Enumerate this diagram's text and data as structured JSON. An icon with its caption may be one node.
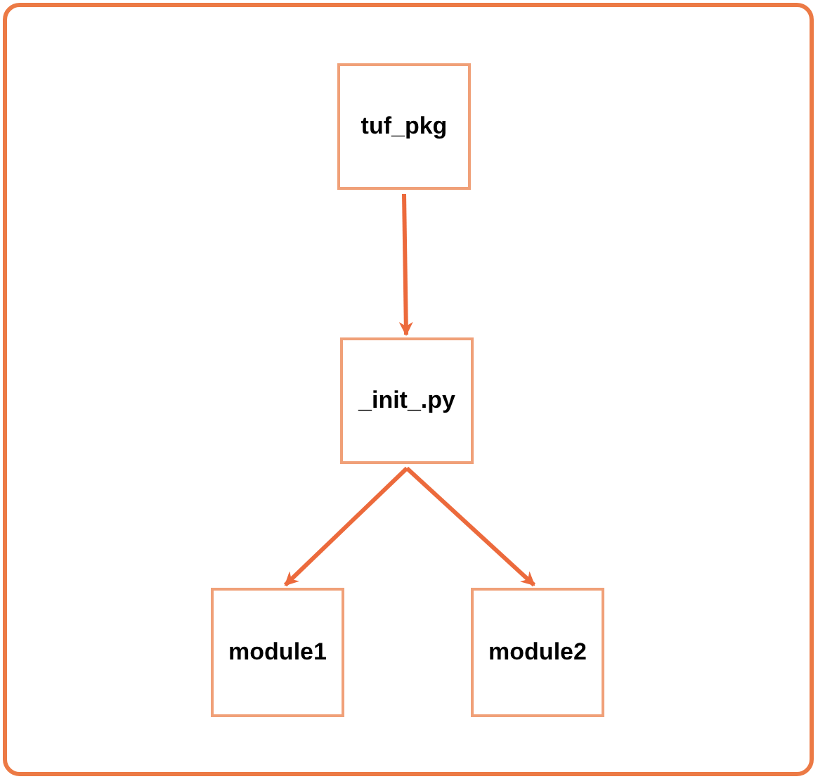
{
  "diagram": {
    "nodes": [
      {
        "text": [
          "tuf_pkg"
        ]
      },
      {
        "text": [
          "_init_.py"
        ]
      },
      {
        "text": [
          "module1"
        ]
      },
      {
        "text": [
          "module2"
        ]
      }
    ],
    "edges": [
      {
        "from": 0,
        "to": 1,
        "arrow": "to"
      },
      {
        "from": 1,
        "to": 2,
        "arrow": "to"
      },
      {
        "from": 1,
        "to": 3,
        "arrow": "to"
      }
    ]
  }
}
